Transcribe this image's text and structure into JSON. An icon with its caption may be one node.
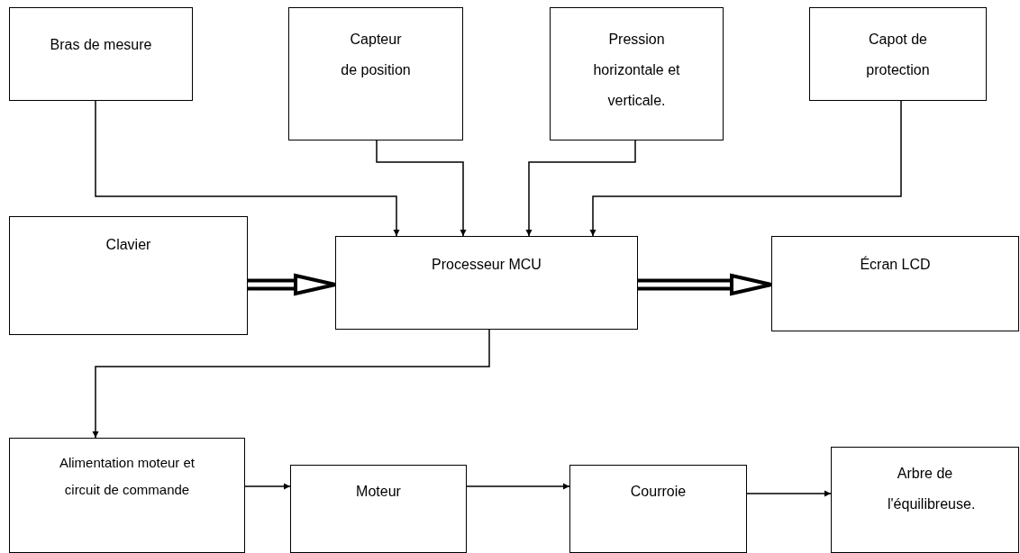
{
  "diagram": {
    "nodes": [
      {
        "text": [
          "Bras de mesure"
        ]
      },
      {
        "text": [
          "Capteur de position"
        ]
      },
      {
        "text": [
          "Pression horizontale et verticale."
        ]
      },
      {
        "text": [
          "Capot de protection"
        ]
      },
      {
        "text": [
          "Clavier"
        ]
      },
      {
        "text": [
          "Processeur MCU"
        ]
      },
      {
        "text": [
          "Écran LCD"
        ]
      },
      {
        "text": [
          "Alimentation moteur et circuit de commande"
        ]
      },
      {
        "text": [
          "Moteur"
        ]
      },
      {
        "text": [
          "Courroie"
        ]
      },
      {
        "text": [
          "Arbre de l'équilibreuse."
        ]
      }
    ],
    "edges": [
      {
        "from": 0,
        "to": 5,
        "arrow": "to"
      },
      {
        "from": 1,
        "to": 5,
        "arrow": "to"
      },
      {
        "from": 2,
        "to": 5,
        "arrow": "to"
      },
      {
        "from": 3,
        "to": 5,
        "arrow": "to"
      },
      {
        "from": 4,
        "to": 5,
        "arrow": "to",
        "style": "thick"
      },
      {
        "from": 5,
        "to": 6,
        "arrow": "to",
        "style": "thick"
      },
      {
        "from": 5,
        "to": 7,
        "arrow": "to"
      },
      {
        "from": 7,
        "to": 8,
        "arrow": "to"
      },
      {
        "from": 8,
        "to": 9,
        "arrow": "to"
      },
      {
        "from": 9,
        "to": 10,
        "arrow": "to"
      }
    ]
  }
}
